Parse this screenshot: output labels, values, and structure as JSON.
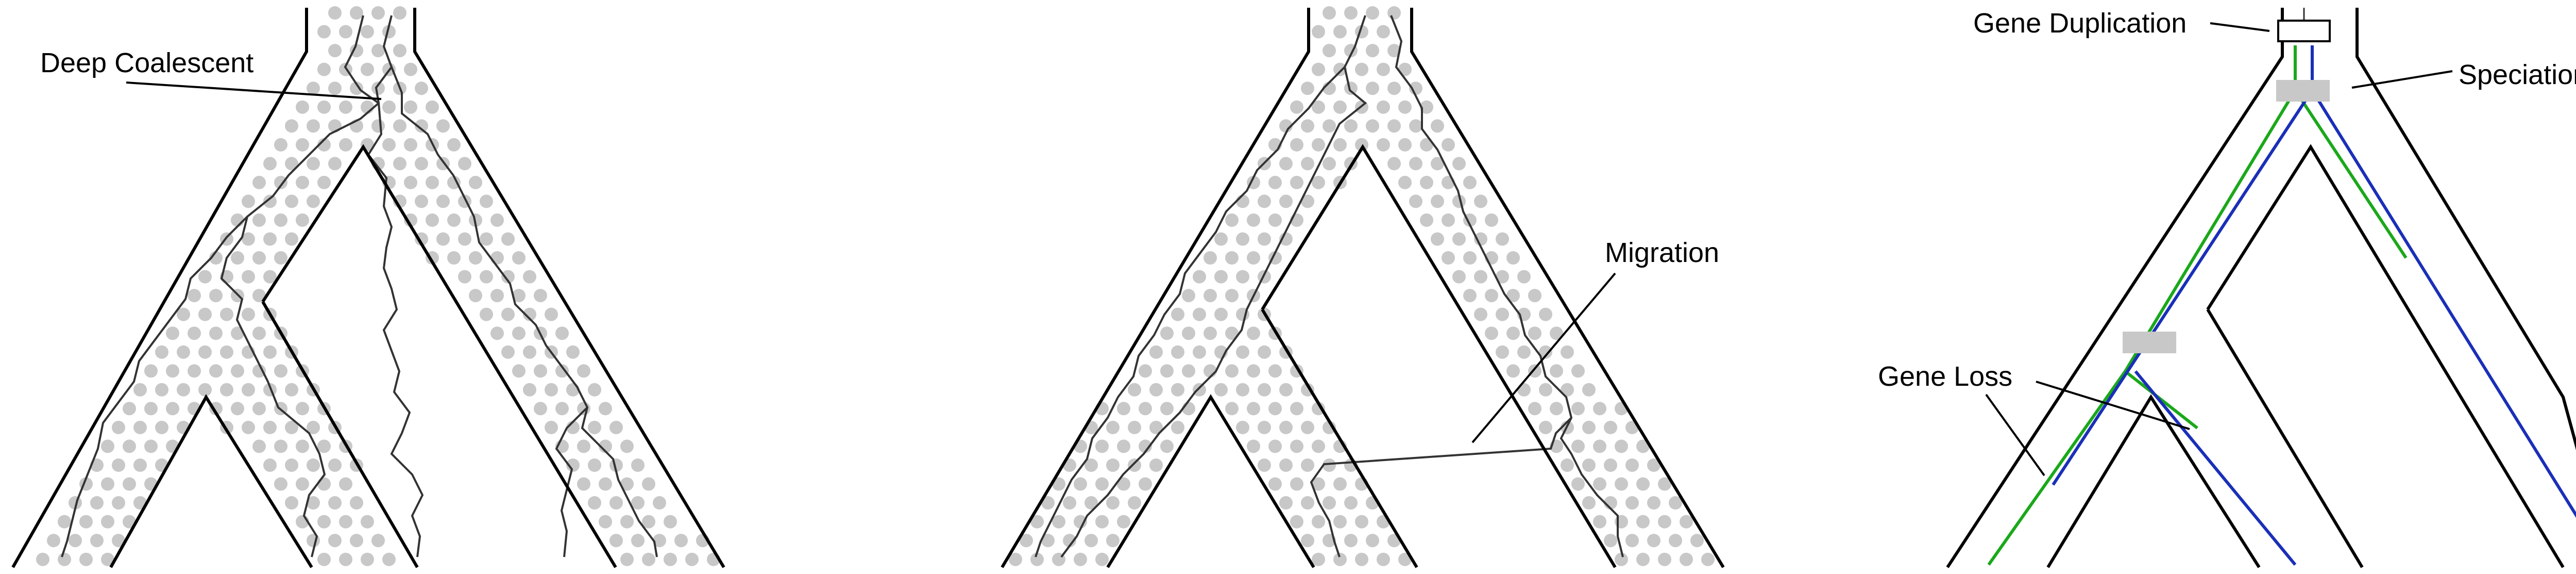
{
  "labels": {
    "deep_coalescent": "Deep Coalescent",
    "migration": "Migration",
    "gene_duplication": "Gene Duplication",
    "speciation": "Speciation",
    "gene_loss": "Gene Loss"
  },
  "colors": {
    "outline": "#000000",
    "population_dot": "#c8c8c8",
    "lineage": "#333333",
    "gene_copy_a": "#1aa81a",
    "gene_copy_b": "#1a2fb8",
    "event_box": "#c8c8c8"
  },
  "icons": {
    "gene_duplication_marker": "white rectangle",
    "speciation_marker": "gray rectangle"
  }
}
